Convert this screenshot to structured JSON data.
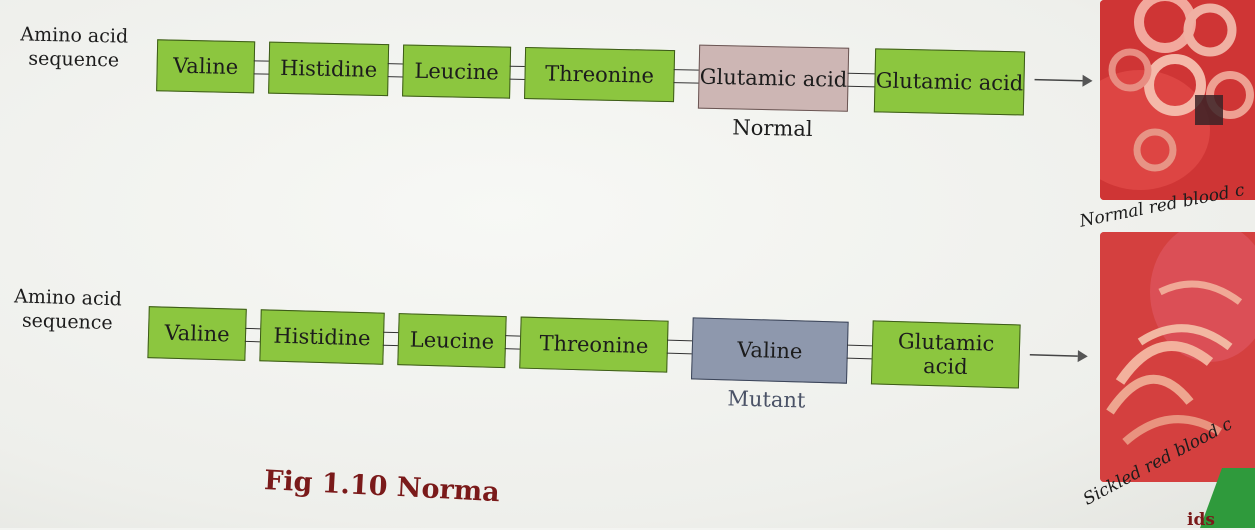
{
  "normal_row": {
    "sequence_label_line1": "Amino acid",
    "sequence_label_line2": "sequence",
    "amino_acids": [
      "Valine",
      "Histidine",
      "Leucine",
      "Threonine",
      "Glutamic acid",
      "Glutamic acid"
    ],
    "tag": "Normal"
  },
  "mutant_row": {
    "sequence_label_line1": "Amino acid",
    "sequence_label_line2": "sequence",
    "amino_acids": [
      "Valine",
      "Histidine",
      "Leucine",
      "Threonine",
      "Valine",
      "Glutamic acid"
    ],
    "tag": "Mutant"
  },
  "photo_captions": {
    "normal": "Normal red blood c",
    "sickle": "Sickled red blood c"
  },
  "figure_caption": "Fig 1.10 Norma",
  "caption_fragment": "ids",
  "colors": {
    "amino_acid_box": "#8cc63f",
    "highlight_normal": "#cdb6b4",
    "highlight_mutant": "#8e98ad",
    "caption": "#7a1a1a"
  }
}
